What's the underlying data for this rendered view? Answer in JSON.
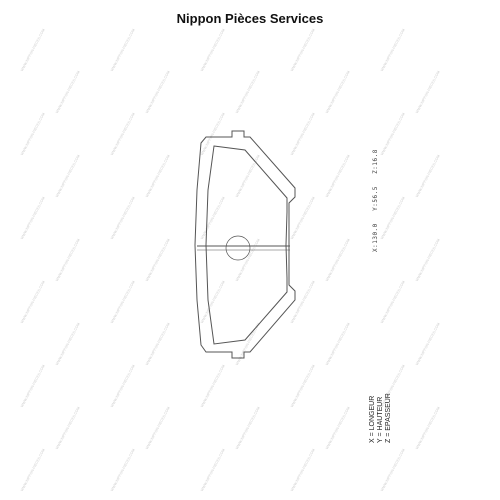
{
  "title": "Nippon Pièces Services",
  "watermark": "WWW.NIPPON-PIECES.COM",
  "dimensions": {
    "label_1": "X:130.0",
    "label_2": "Y:56.5",
    "label_3": "Z:16.8"
  },
  "legend": {
    "x": "X = LONGEUR",
    "y": "Y = HAUTEUR",
    "z": "Z = EPASSEUR"
  },
  "colors": {
    "line": "#555555",
    "text": "#111111",
    "watermark": "#cfcfcf"
  }
}
